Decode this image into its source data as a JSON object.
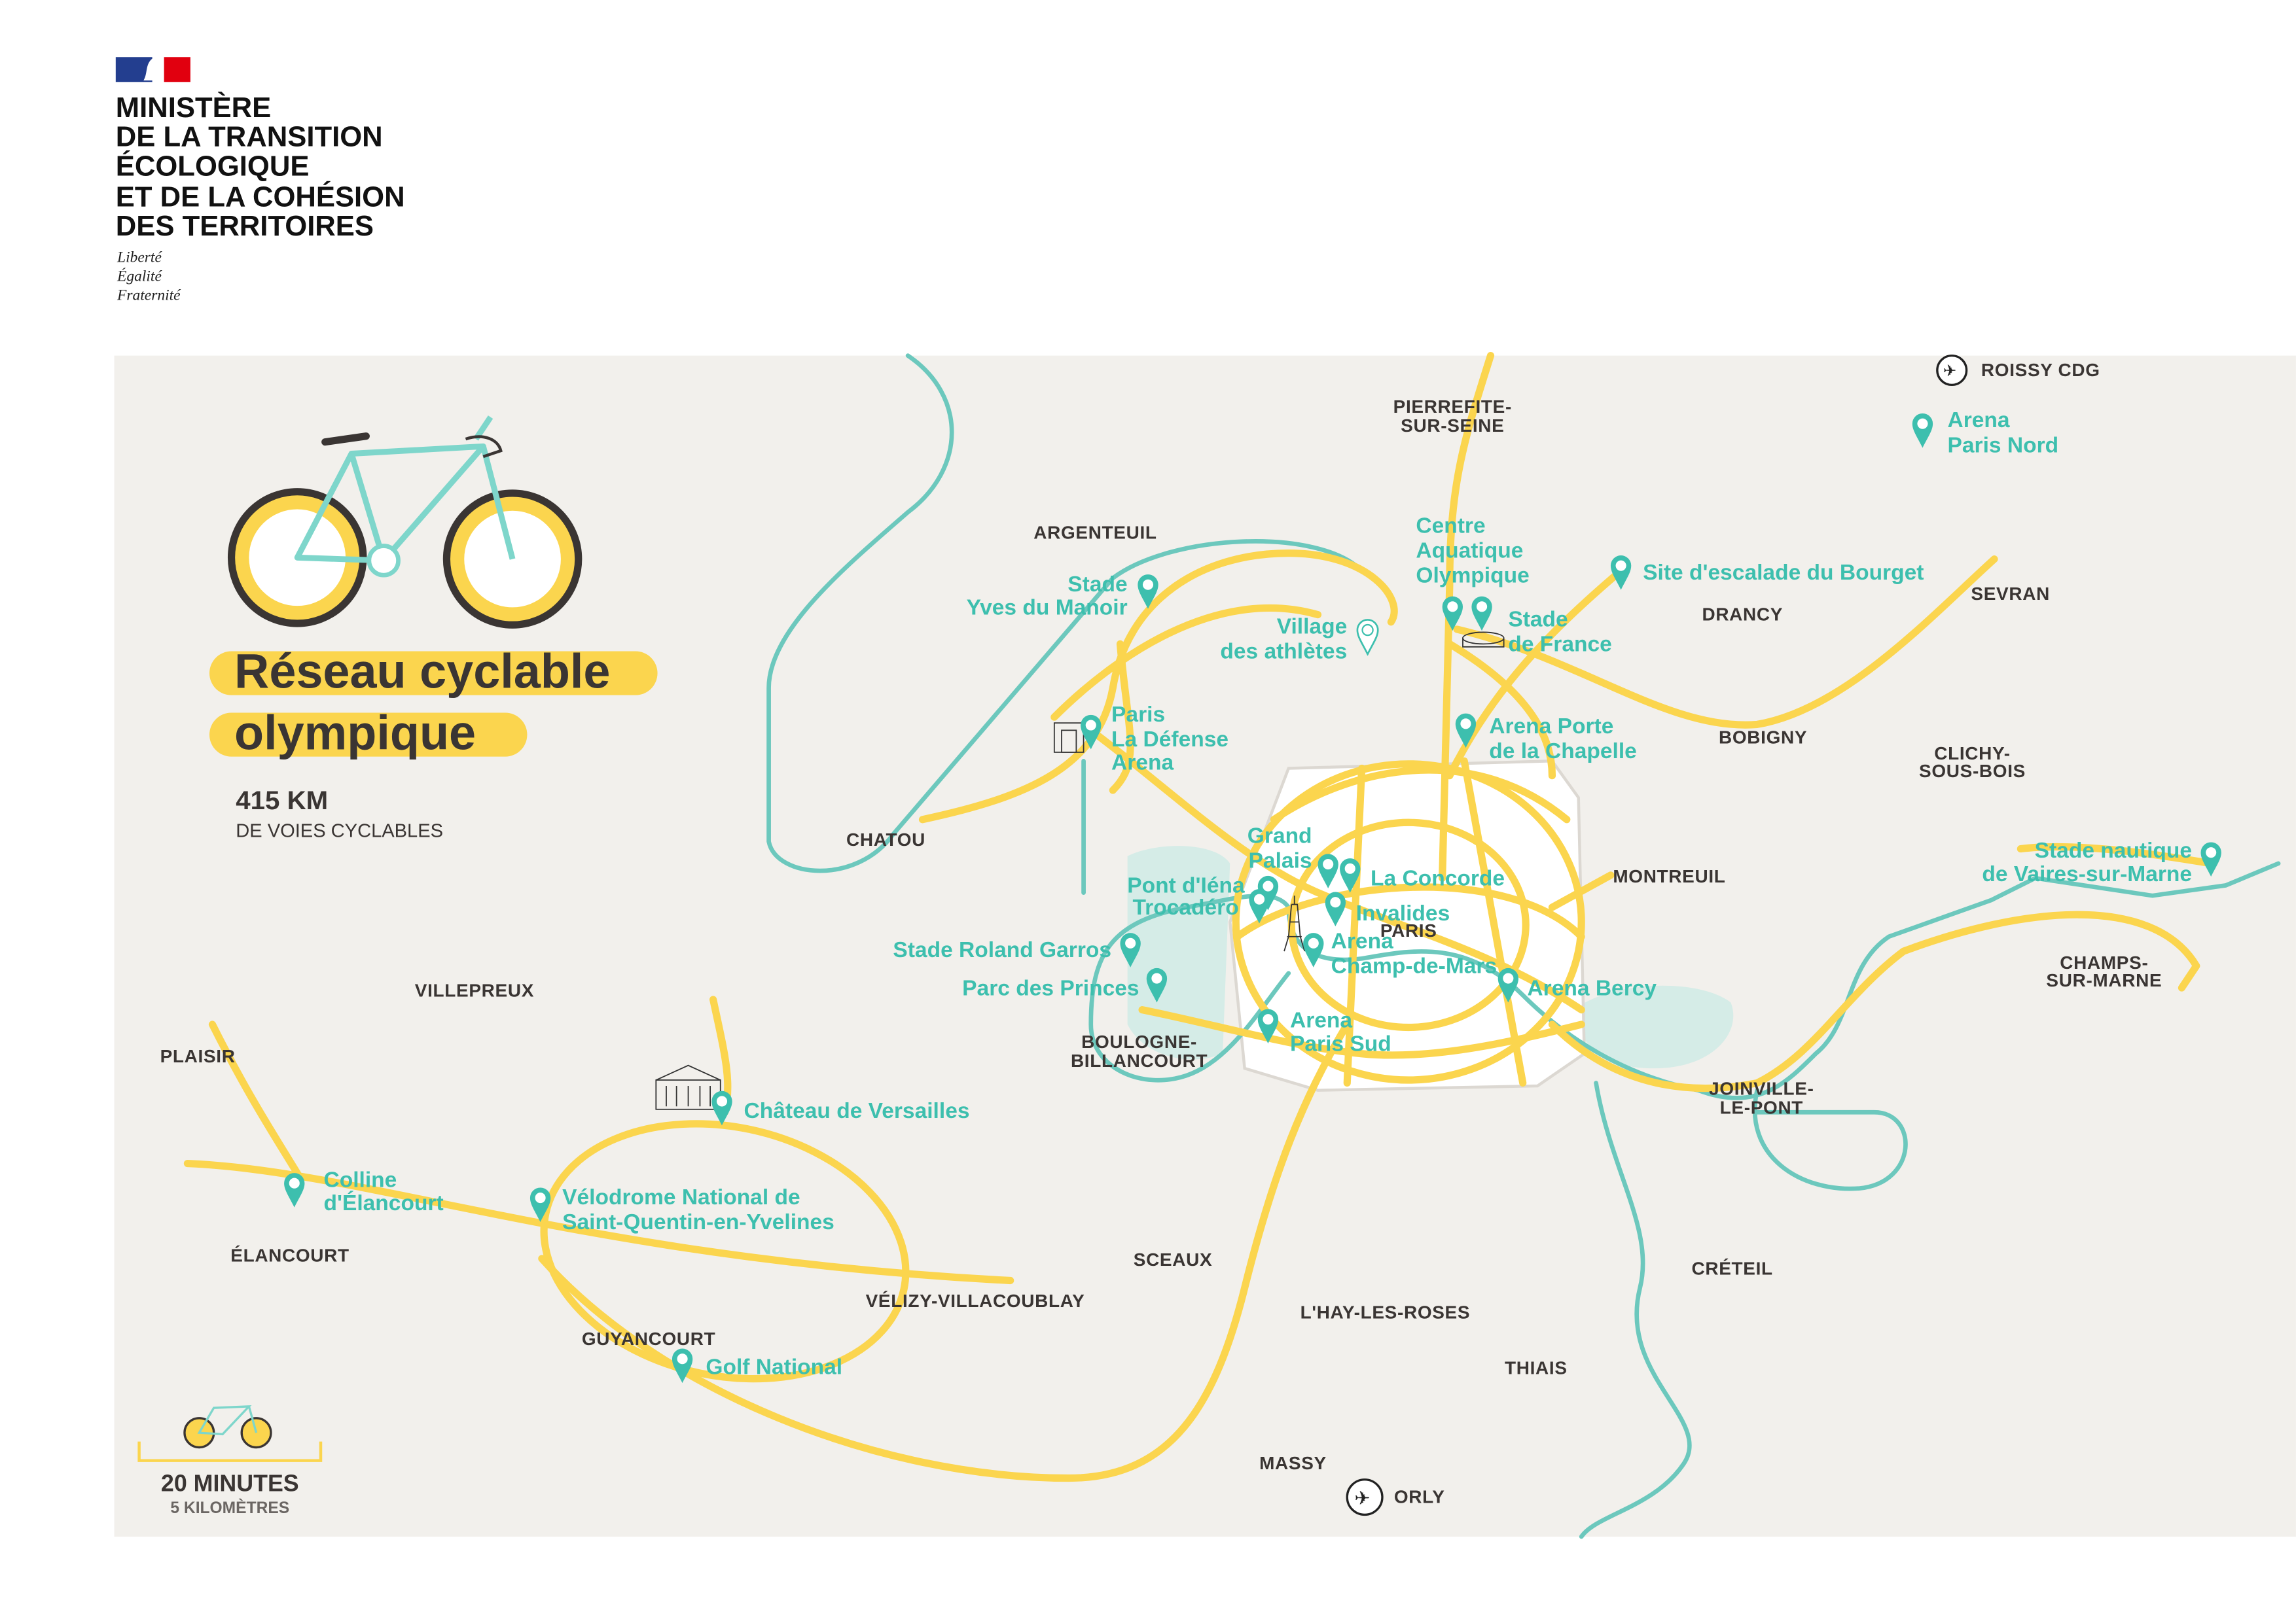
{
  "header": {
    "ministry_lines": [
      "MINISTÈRE",
      "DE LA TRANSITION",
      "ÉCOLOGIQUE",
      "ET DE LA COHÉSION",
      "DES TERRITOIRES"
    ],
    "motto": [
      "Liberté",
      "Égalité",
      "Fraternité"
    ]
  },
  "title": {
    "line1": "Réseau cyclable",
    "line2": "olympique"
  },
  "stats": {
    "value": "415 KM",
    "label": "DE VOIES CYCLABLES"
  },
  "scale": {
    "time": "20 MINUTES",
    "distance": "5 KILOMÈTRES"
  },
  "colors": {
    "road": "#fbd54e",
    "river": "#6cc8bd",
    "venue": "#3dbfae",
    "map_bg": "#f2f0ec"
  },
  "places": [
    "ROISSY CDG",
    "PIERREFITE-",
    "SUR-SEINE",
    "ARGENTEUIL",
    "DRANCY",
    "SEVRAN",
    "BOBIGNY",
    "CLICHY-",
    "SOUS-BOIS",
    "CHATOU",
    "MONTREUIL",
    "PARIS",
    "CHAMPS-",
    "SUR-MARNE",
    "VILLEPREUX",
    "PLAISIR",
    "BOULOGNE-",
    "BILLANCOURT",
    "JOINVILLE-",
    "LE-PONT",
    "ÉLANCOURT",
    "SCEAUX",
    "CRÉTEIL",
    "VÉLIZY-VILLACOUBLAY",
    "GUYANCOURT",
    "L'HAY-LES-ROSES",
    "THIAIS",
    "MASSY",
    "ORLY"
  ],
  "venues": [
    {
      "lines": [
        "Arena",
        "Paris Nord"
      ]
    },
    {
      "lines": [
        "Site d'escalade du Bourget"
      ]
    },
    {
      "lines": [
        "Centre",
        "Aquatique",
        "Olympique"
      ]
    },
    {
      "lines": [
        "Stade",
        "de France"
      ]
    },
    {
      "lines": [
        "Stade",
        "Yves du Manoir"
      ]
    },
    {
      "lines": [
        "Village",
        "des athlètes"
      ]
    },
    {
      "lines": [
        "Paris",
        "La Défense",
        "Arena"
      ]
    },
    {
      "lines": [
        "Arena Porte",
        "de la Chapelle"
      ]
    },
    {
      "lines": [
        "Grand",
        "Palais"
      ]
    },
    {
      "lines": [
        "La Concorde"
      ]
    },
    {
      "lines": [
        "Pont d'Iéna",
        "Trocadéro"
      ]
    },
    {
      "lines": [
        "Invalides"
      ]
    },
    {
      "lines": [
        "Arena",
        "Champ-de-Mars"
      ]
    },
    {
      "lines": [
        "Stade Roland Garros"
      ]
    },
    {
      "lines": [
        "Parc des Princes"
      ]
    },
    {
      "lines": [
        "Arena Bercy"
      ]
    },
    {
      "lines": [
        "Arena",
        "Paris Sud"
      ]
    },
    {
      "lines": [
        "Château de Versailles"
      ]
    },
    {
      "lines": [
        "Colline",
        "d'Élancourt"
      ]
    },
    {
      "lines": [
        "Vélodrome National de",
        "Saint-Quentin-en-Yvelines"
      ]
    },
    {
      "lines": [
        "Golf National"
      ]
    },
    {
      "lines": [
        "Stade nautique",
        "de Vaires-sur-Marne"
      ]
    }
  ]
}
